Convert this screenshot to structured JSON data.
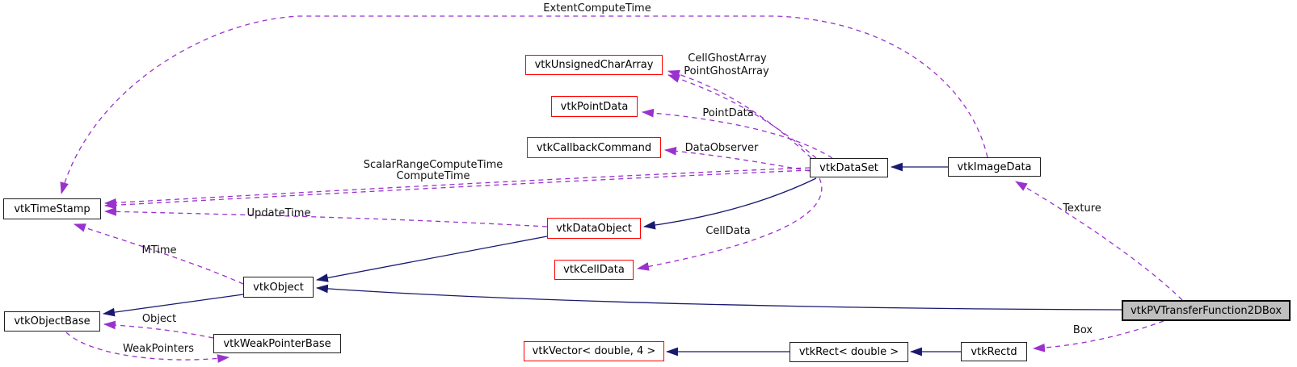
{
  "diagram": {
    "type": "doxygen-collaboration-graph",
    "main_class": "vtkPVTransferFunction2DBox"
  },
  "colors": {
    "inheritance_edge": "#191970",
    "usage_edge": "#9a32cd",
    "node_border": "#1f1f1f",
    "truncated_node_border": "#ff0000",
    "main_node_background": "#bfbfbf",
    "background": "#ffffff"
  },
  "nodes": [
    {
      "label": "vtkTimeStamp"
    },
    {
      "label": "vtkObjectBase"
    },
    {
      "label": "vtkWeakPointerBase"
    },
    {
      "label": "vtkObject"
    },
    {
      "label": "vtkUnsignedCharArray"
    },
    {
      "label": "vtkPointData"
    },
    {
      "label": "vtkCallbackCommand"
    },
    {
      "label": "vtkDataObject"
    },
    {
      "label": "vtkCellData"
    },
    {
      "label": "vtkDataSet"
    },
    {
      "label": "vtkImageData"
    },
    {
      "label": "vtkPVTransferFunction2DBox"
    },
    {
      "label": "vtkVector< double, 4 >"
    },
    {
      "label": "vtkRect< double >"
    },
    {
      "label": "vtkRectd"
    }
  ],
  "edge_labels": [
    {
      "text": "ExtentComputeTime"
    },
    {
      "text": "CellGhostArray"
    },
    {
      "text": "PointGhostArray"
    },
    {
      "text": "PointData"
    },
    {
      "text": "DataObserver"
    },
    {
      "text": "ScalarRangeComputeTime"
    },
    {
      "text": "ComputeTime"
    },
    {
      "text": "UpdateTime"
    },
    {
      "text": "MTime"
    },
    {
      "text": "CellData"
    },
    {
      "text": "Object"
    },
    {
      "text": "WeakPointers"
    },
    {
      "text": "Texture"
    },
    {
      "text": "Box"
    }
  ]
}
